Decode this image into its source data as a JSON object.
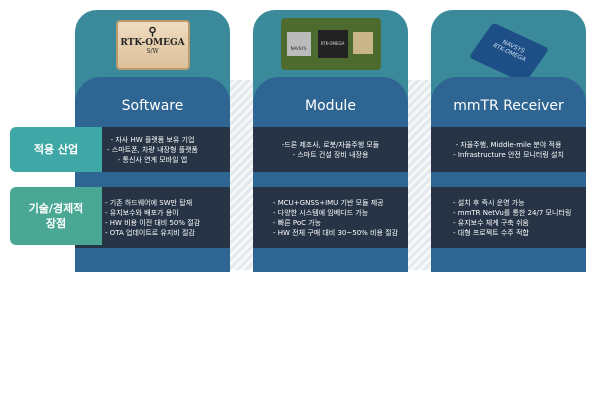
{
  "rows": [
    {
      "label": "적용 산업"
    },
    {
      "label": "기술/경제적 장점"
    }
  ],
  "columns": [
    {
      "title": "Software",
      "image_text": {
        "brand": "RTK-OMEGA",
        "sub": "S/W"
      },
      "row1": [
        "- 자사 HW 플랫폼 보유 기업",
        "- 스마트폰, 차량 내장형 플랫폼",
        "- 통신사 연계 모바일 앱"
      ],
      "row2": [
        "- 기존 하드웨어에 SW만 탑재",
        "- 유지보수와 배포가 용이",
        "- HW 비용 이전 대비 50% 절감",
        "- OTA 업데이트로 유지비 절감"
      ]
    },
    {
      "title": "Module",
      "image_text": {
        "brand": "RTK-OMEGA",
        "sub": "NAVSYS"
      },
      "row1": [
        "-드론 제조사, 로봇/자율주행 모듈",
        "- 스마트 건설 장비 내장용"
      ],
      "row2": [
        "- MCU+GNSS+IMU 기반 모듈 제공",
        "- 다양한 시스템에 임베디드 가능",
        "- 빠른 PoC 가능",
        "- HW 전체 구매 대비 30~50% 비용 절감"
      ]
    },
    {
      "title": "mmTR Receiver",
      "image_text": {
        "brand": "RTK-OMEGA",
        "sub": "NAVSYS"
      },
      "row1": [
        "- 자율주행, Middle-mile 분야 적용",
        "- Infrastructure 안전 모니터링 설치"
      ],
      "row2": [
        "- 설치 후 즉시 운영 가능",
        "- mmTR NetVu를 통한 24/7 모니터링",
        "- 유지보수 체계 구축 쉬움",
        "- 대형 프로젝트 수주 적합"
      ]
    }
  ],
  "colors": {
    "teal": "#3a8a9b",
    "blue": "#2f6592",
    "dark": "#263446",
    "label1": "#3fa7a6",
    "label2": "#4aa793"
  }
}
